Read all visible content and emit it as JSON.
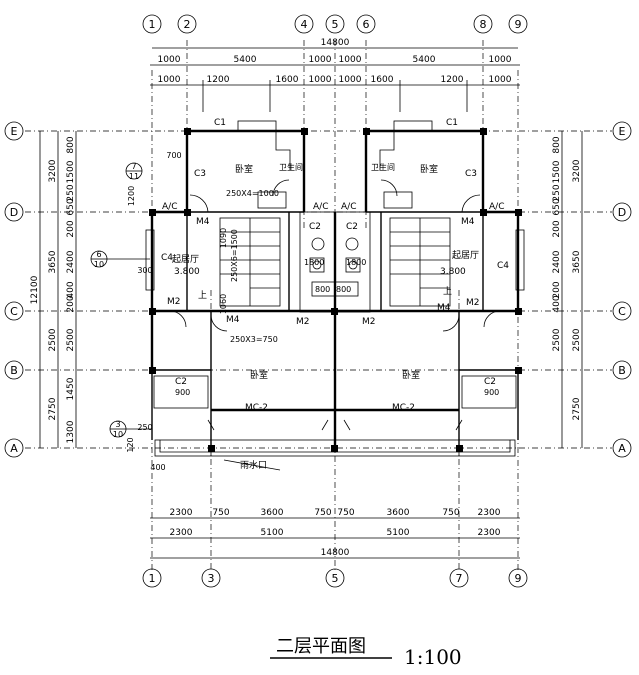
{
  "title": "二层平面图",
  "scale": "1:100",
  "axes": {
    "top": [
      "1",
      "2",
      "4",
      "5",
      "6",
      "8",
      "9"
    ],
    "bottom": [
      "1",
      "3",
      "5",
      "7",
      "9"
    ],
    "left": [
      "E",
      "D",
      "C",
      "B",
      "A"
    ],
    "right": [
      "E",
      "D",
      "C",
      "B",
      "A"
    ]
  },
  "dims_top": {
    "total": "14800",
    "row1": [
      "1000",
      "5400",
      "1000",
      "1000",
      "5400",
      "1000"
    ],
    "row2": [
      "1000",
      "1200",
      "1600",
      "1000",
      "1000",
      "1600",
      "1200",
      "1000"
    ]
  },
  "dims_bottom": {
    "row1": [
      "2300",
      "750",
      "3600",
      "750",
      "750",
      "3600",
      "750",
      "2300"
    ],
    "row2": [
      "2300",
      "5100",
      "5100",
      "2300"
    ],
    "total": "14800"
  },
  "dims_left": {
    "outer": [
      "12100"
    ],
    "mid": [
      "3200",
      "3650",
      "2500",
      "2750"
    ],
    "inner": [
      "800",
      "1500",
      "250",
      "650",
      "200",
      "2400",
      "400",
      "200",
      "2500",
      "1450",
      "1300",
      "120",
      "400"
    ],
    "small": [
      "1200",
      "700",
      "1090",
      "1060",
      "300",
      "250"
    ]
  },
  "dims_right": {
    "mid": [
      "3200",
      "3650",
      "2500",
      "2750"
    ],
    "inner": [
      "800",
      "1500",
      "250",
      "650",
      "200",
      "2400",
      "200",
      "400",
      "2500"
    ]
  },
  "rooms": {
    "bedroom": "卧室",
    "bathroom": "卫生间",
    "living": "起居厅",
    "level": "3.800",
    "rain_outlet": "雨水口",
    "up": "上"
  },
  "tags": {
    "c1": "C1",
    "c2": "C2",
    "c3": "C3",
    "c4": "C4",
    "m2": "M2",
    "m4": "M4",
    "ac": "A/C",
    "mc2": "MC-2",
    "stair1": "250X4=1000",
    "stair2": "250X6=1500",
    "stair3": "250X3=750",
    "w900": "900",
    "w1800": "1800",
    "w800": "800"
  },
  "detail_refs": [
    {
      "num": "7",
      "sheet": "11"
    },
    {
      "num": "6",
      "sheet": "10"
    },
    {
      "num": "3",
      "sheet": "10"
    }
  ]
}
